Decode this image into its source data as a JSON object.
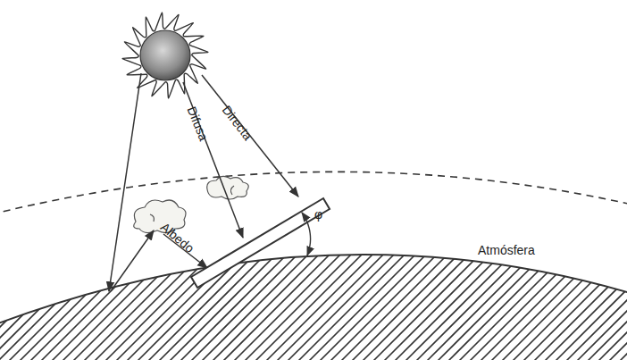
{
  "diagram": {
    "labels": [
      "Directa",
      "Difusa",
      "Albedo",
      "Atmósfera",
      "φ"
    ]
  }
}
